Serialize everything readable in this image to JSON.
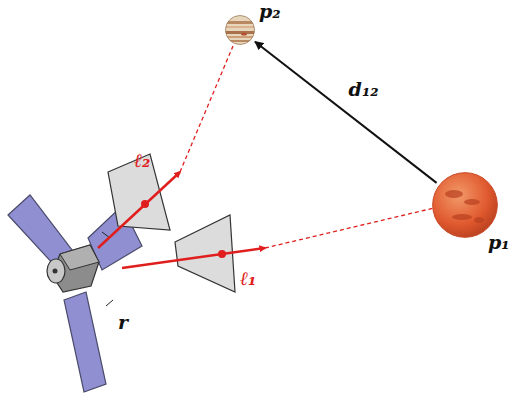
{
  "diagram": {
    "nodes": [
      {
        "text": [
          "p₂"
        ]
      },
      {
        "text": [
          "p₁"
        ]
      }
    ],
    "edges": [
      {
        "from": 1,
        "to": 0,
        "arrow": "to",
        "label": "d₁₂"
      }
    ],
    "labels": [
      "ℓ₂",
      "ℓ₁",
      "r"
    ]
  }
}
